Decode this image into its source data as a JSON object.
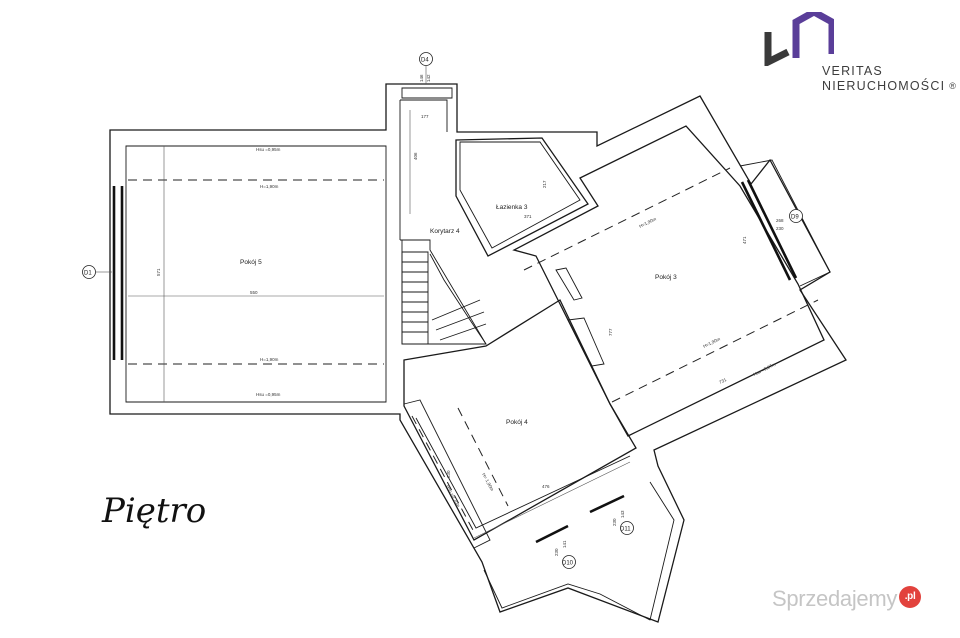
{
  "brand": {
    "line1": "VERITAS",
    "line2": "NIERUCHOMOŚCI",
    "registered": "®",
    "colors": {
      "dark": "#3a3a3a",
      "accent": "#5a3e99"
    }
  },
  "floor_label": "Piętro",
  "watermark": {
    "text": "Sprzedajemy",
    "suffix": ".pl",
    "color": "#e2423d"
  },
  "rooms": {
    "pokoj5": "Pokój 5",
    "pokoj4": "Pokój 4",
    "pokoj3": "Pokój 3",
    "lazienka3": "Łazienka 3",
    "korytarz4": "Korytarz 4"
  },
  "heights": {
    "h195_top": "H=1,90m",
    "h195_bottom": "H=1,90m",
    "hsu_top": "Hsu =0,95m",
    "hsu_bottom": "Hsu =0,95m",
    "h3_top": "H=1,90m",
    "h3_mid": "H=1,90m",
    "h3_bottom": "Hsu =0,67m",
    "h4_right": "H= 1,90m",
    "h4_left": "Hsu =0,70m"
  },
  "dimensions": {
    "p5_width": "550",
    "p5_depth": "571",
    "kor_width": "177",
    "kor_depth": "406",
    "laz_a": "217",
    "laz_b": "371",
    "p3_a": "471",
    "p3_b": "777",
    "p3_c": "731",
    "p4_a": "630",
    "p4_b": "476",
    "win_top_a": "146",
    "win_top_b": "142",
    "win_right_a": "268",
    "win_right_b": "230",
    "win_bot_a": "141",
    "win_bot_b": "230",
    "win_bot2_a": "143",
    "win_bot2_b": "230"
  },
  "axes": [
    "D1",
    "D4",
    "D9",
    "D10",
    "D11"
  ]
}
